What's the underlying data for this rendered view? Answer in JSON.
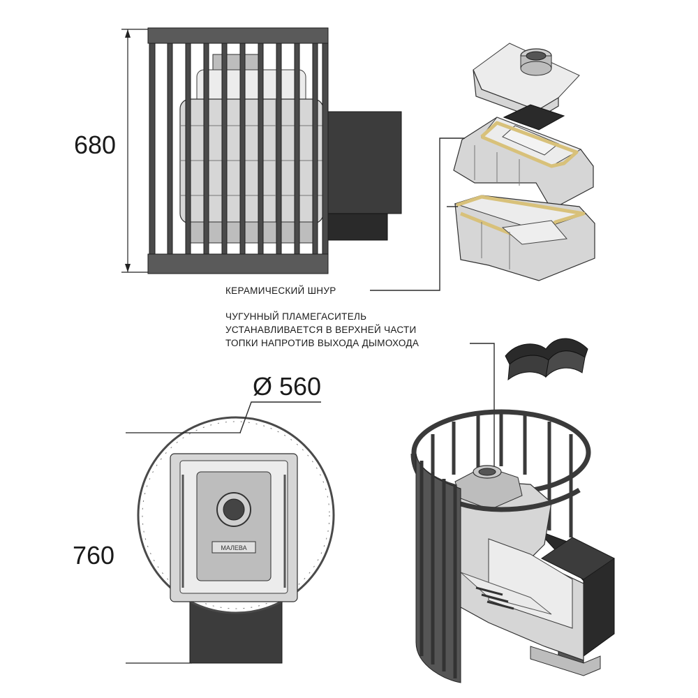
{
  "dimensions": {
    "height_side": "680",
    "height_top": "760",
    "diameter": "Ø 560"
  },
  "captions": {
    "ceramic_cord": "КЕРАМИЧЕСКИЙ ШНУР",
    "flame_arrester_line1": "ЧУГУННЫЙ ПЛАМЕГАСИТЕЛЬ",
    "flame_arrester_line2": "УСТАНАВЛИВАЕТСЯ В ВЕРХНЕЙ ЧАСТИ",
    "flame_arrester_line3": "ТОПКИ НАПРОТИВ ВЫХОДА ДЫМОХОДА"
  },
  "plate_marking": "МАЛЕВА",
  "colors": {
    "steel_dark": "#4a4a4a",
    "cast_iron": "#d6d6d6",
    "ceramic_cord": "#d8c17a"
  }
}
